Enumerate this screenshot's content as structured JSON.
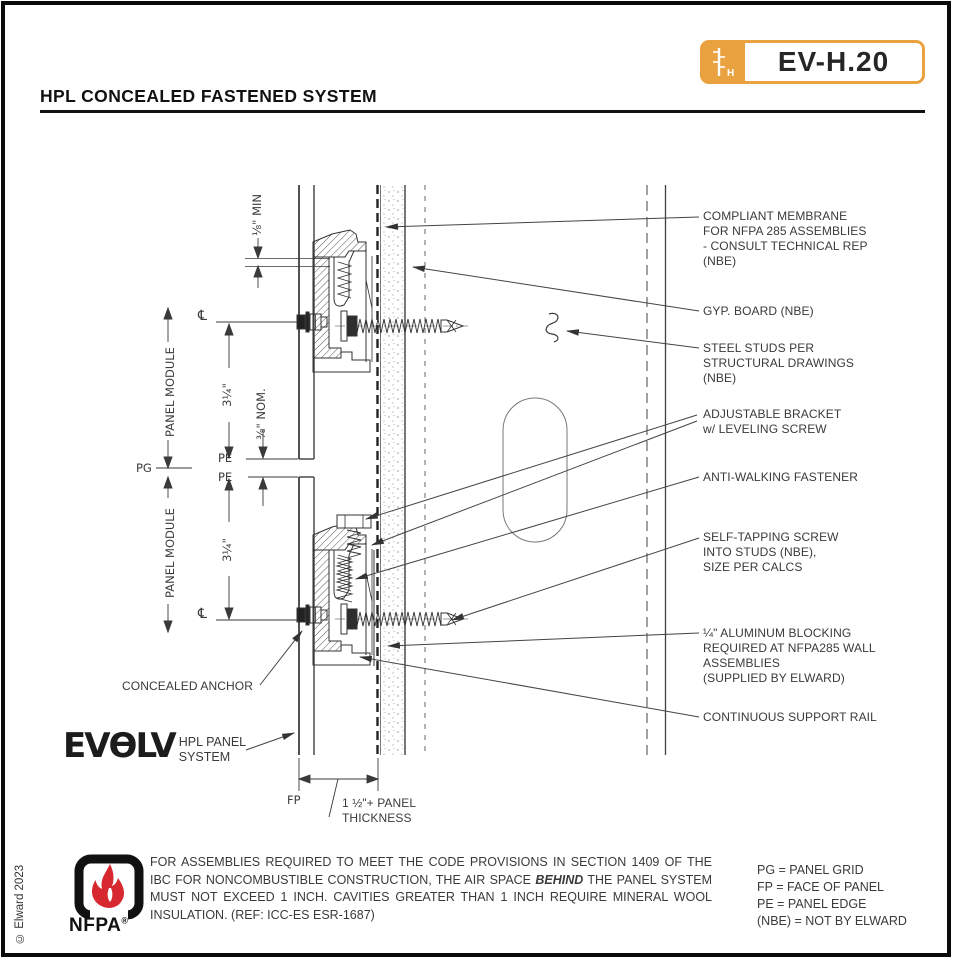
{
  "page": {
    "copyright": "© Elward 2023"
  },
  "header": {
    "title": "HPL CONCEALED FASTENED SYSTEM",
    "badge": {
      "code": "EV-H.20",
      "letter": "H",
      "accent": "#E9A23F"
    }
  },
  "callouts": [
    {
      "text": "COMPLIANT MEMBRANE\nFOR NFPA 285 ASSEMBLIES\n- CONSULT TECHNICAL REP\n(NBE)"
    },
    {
      "text": "GYP. BOARD (NBE)"
    },
    {
      "text": "STEEL STUDS PER\nSTRUCTURAL DRAWINGS\n(NBE)"
    },
    {
      "text": "ADJUSTABLE BRACKET\nw/ LEVELING SCREW"
    },
    {
      "text": "ANTI-WALKING FASTENER"
    },
    {
      "text": "SELF-TAPPING SCREW\nINTO STUDS (NBE),\nSIZE PER CALCS"
    },
    {
      "text": "¼\" ALUMINUM BLOCKING\nREQUIRED AT NFPA285 WALL\nASSEMBLIES\n(SUPPLIED BY ELWARD)"
    },
    {
      "text": "CONTINUOUS SUPPORT RAIL"
    }
  ],
  "labels": {
    "eighth_min": "⅛\" MIN",
    "panel_module": "PANEL MODULE",
    "module_height": "3¼\"",
    "joint_nom": "⅜\" NOM.",
    "pg": "PG",
    "pe": "PE",
    "fp": "FP",
    "centerline": "℄",
    "panel_thickness": "1 ½\"+ PANEL\nTHICKNESS",
    "concealed_anchor": "CONCEALED ANCHOR"
  },
  "logo": {
    "ev": "EV",
    "o": "Ɵ",
    "lv": "LV",
    "tagline": "HPL PANEL\nSYSTEM"
  },
  "nfpa": {
    "name": "NFPA",
    "reg": "®",
    "flame_color": "#D7282F"
  },
  "note": {
    "before": "FOR ASSEMBLIES REQUIRED TO MEET THE CODE PROVISIONS IN SECTION 1409 OF THE IBC FOR NONCOMBUSTIBLE CONSTRUCTION, THE AIR SPACE ",
    "emph": "BEHIND",
    "after": " THE PANEL SYSTEM MUST NOT EXCEED 1 INCH.  CAVITIES GREATER THAN 1 INCH REQUIRE MINERAL WOOL INSULATION.   (REF: ICC-ES ESR-1687)"
  },
  "legend": [
    "PG = PANEL GRID",
    "FP = FACE OF PANEL",
    "PE = PANEL EDGE",
    "(NBE) = NOT BY ELWARD"
  ]
}
